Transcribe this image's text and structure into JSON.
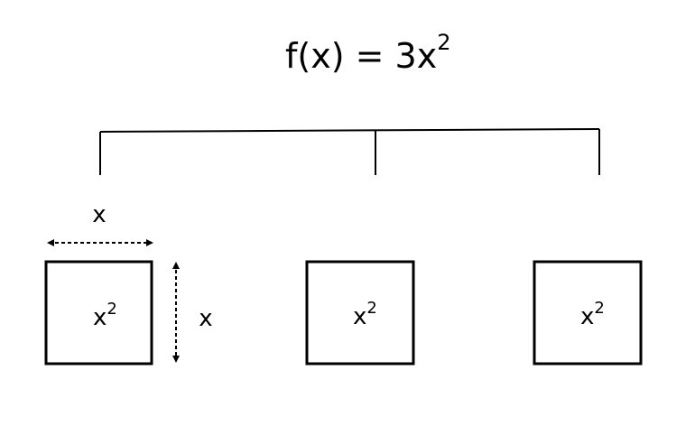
{
  "title": {
    "base": "f(x) = 3x",
    "exponent": "2"
  },
  "width_label": "x",
  "height_label": "x",
  "squares": [
    {
      "base": "x",
      "exponent": "2"
    },
    {
      "base": "x",
      "exponent": "2"
    },
    {
      "base": "x",
      "exponent": "2"
    }
  ],
  "colors": {
    "stroke": "#000000",
    "background": "#ffffff"
  }
}
